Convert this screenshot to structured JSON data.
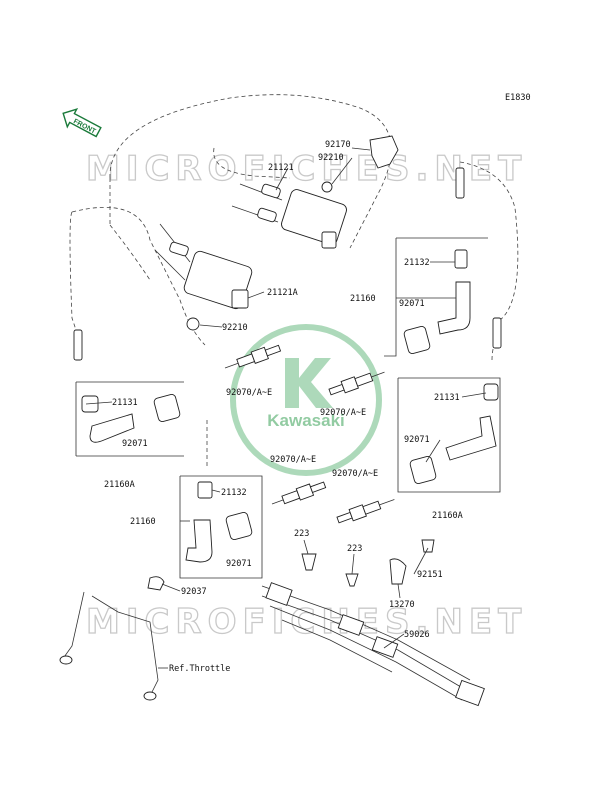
{
  "diagram_code": "E1830",
  "front_label": "FRONT",
  "watermark_top": "MICROFICHES.NET",
  "watermark_bottom": "MICROFICHES.NET",
  "brand": "Kawasaki",
  "part_labels": {
    "p92170": "92170",
    "p92210_top": "92210",
    "p21121": "21121",
    "p21121A": "21121A",
    "p92210_mid": "92210",
    "p21132_top": "21132",
    "p21160_right": "21160",
    "p92071_right_top": "92071",
    "p92070_mid_left": "92070/A~E",
    "p92070_mid_right": "92070/A~E",
    "p21131_left": "21131",
    "p92071_left": "92071",
    "p21160A_left": "21160A",
    "p21131_right": "21131",
    "p92071_right": "92071",
    "p21160A_right": "21160A",
    "p92070_low_left": "92070/A~E",
    "p92070_low_right": "92070/A~E",
    "p21132_low": "21132",
    "p21160_low": "21160",
    "p92071_low": "92071",
    "p223_a": "223",
    "p223_b": "223",
    "p92151": "92151",
    "p13270": "13270",
    "p59026": "59026",
    "p92037": "92037",
    "ref_throttle": "Ref.Throttle"
  },
  "colors": {
    "line": "#333333",
    "watermark": "#c9c9c9",
    "brand_green": "#2e9e4e",
    "front_tag": "#1a7a3a"
  }
}
